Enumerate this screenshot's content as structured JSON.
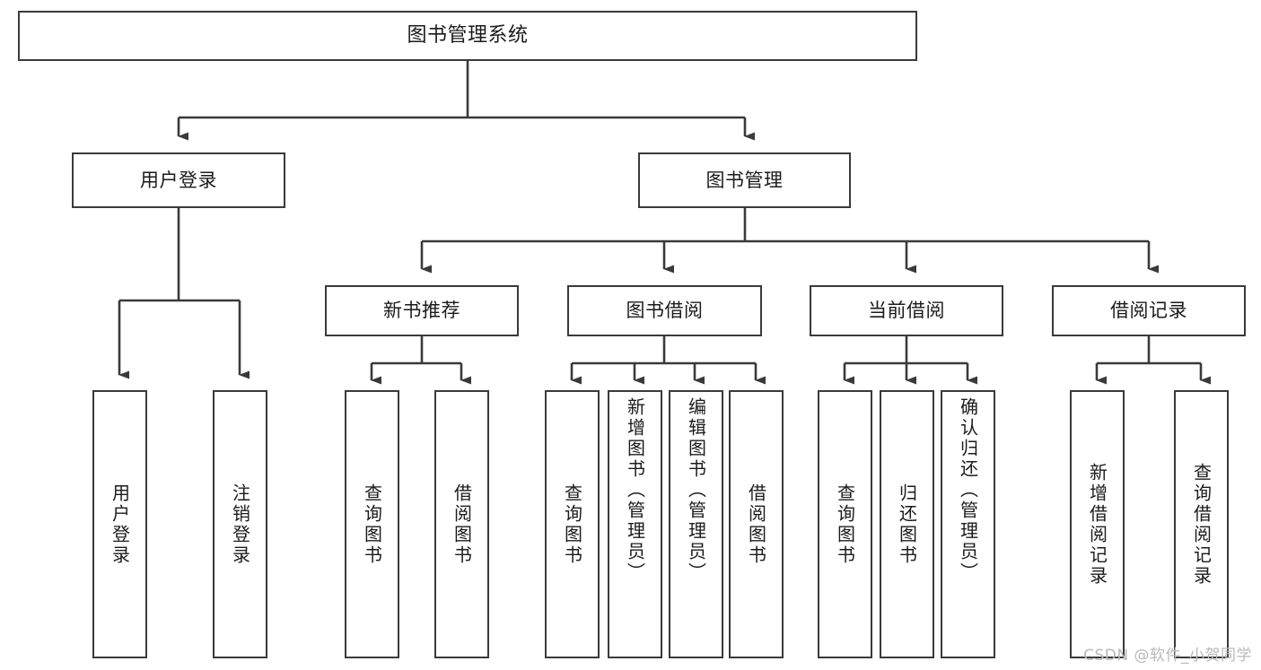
{
  "diagram": {
    "title_node": {
      "label": "图书管理系统"
    },
    "level2": [
      {
        "id": "user-login",
        "label": "用户登录"
      },
      {
        "id": "book-manage",
        "label": "图书管理"
      }
    ],
    "level3": [
      {
        "id": "new-book-recommend",
        "label": "新书推荐"
      },
      {
        "id": "book-borrow",
        "label": "图书借阅"
      },
      {
        "id": "current-borrow",
        "label": "当前借阅"
      },
      {
        "id": "borrow-record",
        "label": "借阅记录"
      }
    ],
    "leaves": {
      "user_login": [
        {
          "id": "leaf-user-login",
          "label": "用户登录"
        },
        {
          "id": "leaf-logout-login",
          "label": "注销登录"
        }
      ],
      "new_book_recommend": [
        {
          "id": "leaf-query-book-1",
          "label": "查询图书"
        },
        {
          "id": "leaf-borrow-book-1",
          "label": "借阅图书"
        }
      ],
      "book_borrow": [
        {
          "id": "leaf-query-book-2",
          "label": "查询图书"
        },
        {
          "id": "leaf-add-book",
          "label": "新增图书（管理员）"
        },
        {
          "id": "leaf-edit-book",
          "label": "编辑图书（管理员）"
        },
        {
          "id": "leaf-borrow-book-2",
          "label": "借阅图书"
        }
      ],
      "current_borrow": [
        {
          "id": "leaf-query-book-3",
          "label": "查询图书"
        },
        {
          "id": "leaf-return-book",
          "label": "归还图书"
        },
        {
          "id": "leaf-confirm-return",
          "label": "确认归还（管理员）"
        }
      ],
      "borrow_record": [
        {
          "id": "leaf-add-record",
          "label": "新增借阅记录"
        },
        {
          "id": "leaf-query-record",
          "label": "查询借阅记录"
        }
      ]
    }
  },
  "watermark": {
    "text": "CSDN @软件_小贺同学"
  },
  "colors": {
    "stroke": "#3a3a3a",
    "box_fill": "#ffffff",
    "text": "#1b1b1b",
    "watermark": "#b9b9b9",
    "background": "#ffffff"
  }
}
